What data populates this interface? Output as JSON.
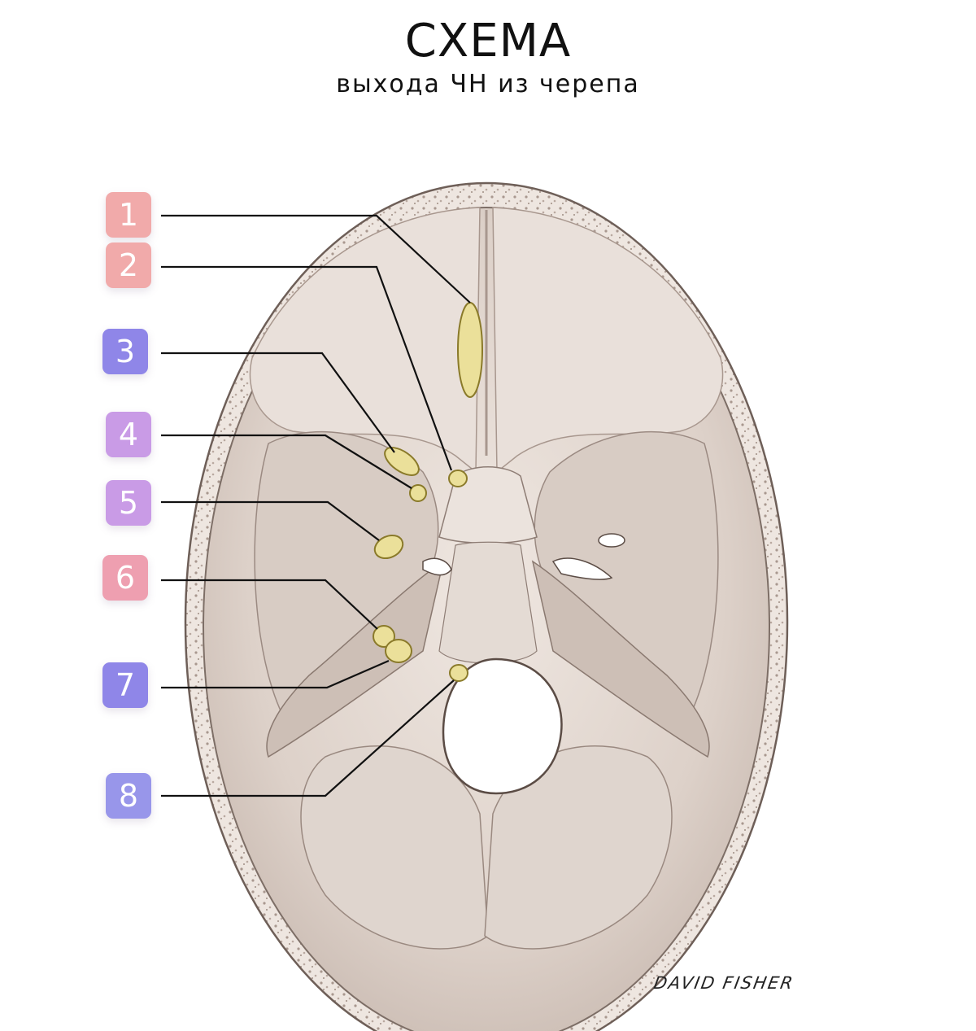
{
  "header": {
    "title": "СХЕМА",
    "subtitle": "выхода ЧН из черепа"
  },
  "labels": [
    {
      "id": "1",
      "text": "1",
      "color": "#f1aaaa",
      "shadow": ""
    },
    {
      "id": "2",
      "text": "2",
      "color": "#f1aaaa",
      "shadow": ""
    },
    {
      "id": "3",
      "text": "3",
      "color": "#8f86e8",
      "shadow": "#c99be6"
    },
    {
      "id": "4",
      "text": "4",
      "color": "#c99be6",
      "shadow": ""
    },
    {
      "id": "5",
      "text": "5",
      "color": "#c99be6",
      "shadow": ""
    },
    {
      "id": "6",
      "text": "6",
      "color": "#ee9fb0",
      "shadow": "#b88be6"
    },
    {
      "id": "7",
      "text": "7",
      "color": "#8f86e8",
      "shadow": "#e69ad6"
    },
    {
      "id": "8",
      "text": "8",
      "color": "#9896ea",
      "shadow": ""
    }
  ],
  "signature": "DAVID FISHER",
  "colors": {
    "bone": "#e2d8d1",
    "bone_dark": "#b7a8a0",
    "rim": "#efe6e0",
    "foramen": "#ebe09a",
    "foramen_stroke": "#8a7a2a",
    "leader": "#111111"
  }
}
